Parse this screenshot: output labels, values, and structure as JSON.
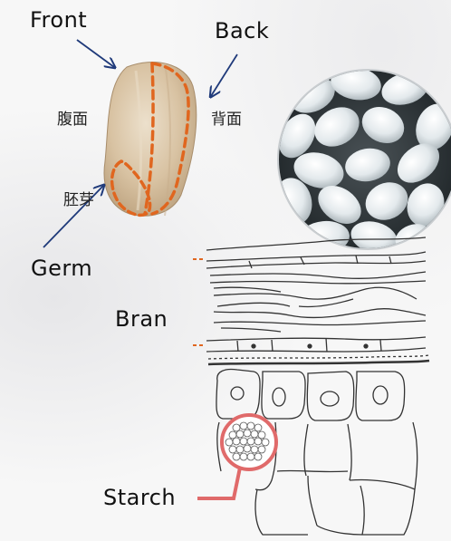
{
  "labels": {
    "front": "Front",
    "back": "Back",
    "germ": "Germ",
    "bran": "Bran",
    "starch": "Starch"
  },
  "jp_labels": {
    "ventral": "腹面",
    "dorsal": "背面",
    "embryo": "胚芽"
  },
  "colors": {
    "arrow": "#1f3a7a",
    "dashed_outline": "#e0661f",
    "callout": "#e06a6a",
    "line_art": "#333333",
    "grain_body": "#d9c3a3"
  }
}
